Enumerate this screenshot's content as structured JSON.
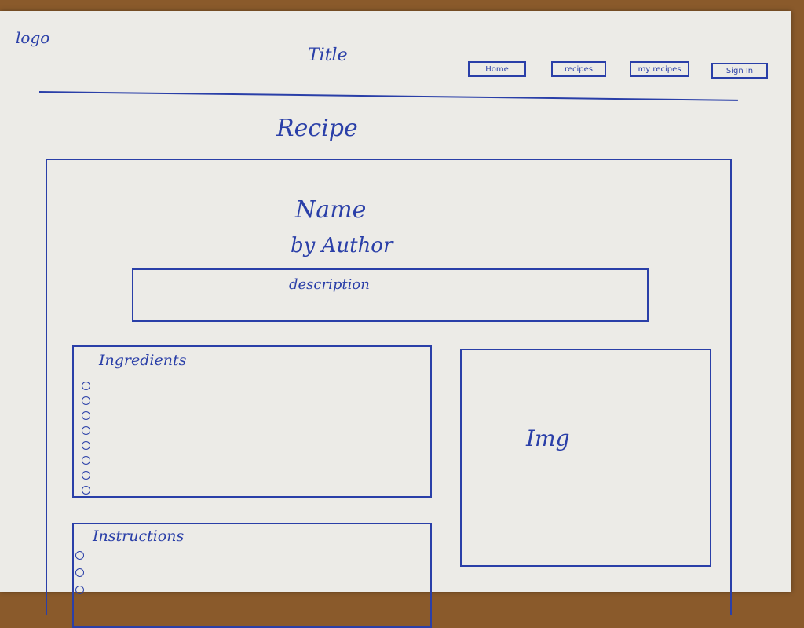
{
  "header": {
    "logo": "logo",
    "title": "Title",
    "nav": [
      "Home",
      "recipes",
      "my recipes",
      "Sign In"
    ]
  },
  "page": {
    "heading": "Recipe"
  },
  "recipe": {
    "name": "Name",
    "author": "by Author",
    "description": "description",
    "ingredients_label": "Ingredients",
    "ingredients_bullet_count": 8,
    "image_label": "Img",
    "instructions_label": "Instructions",
    "instructions_bullet_count": 3
  },
  "colors": {
    "ink": "#2a3fa8",
    "paper": "#ecebe7",
    "table": "#8a5a2b"
  }
}
